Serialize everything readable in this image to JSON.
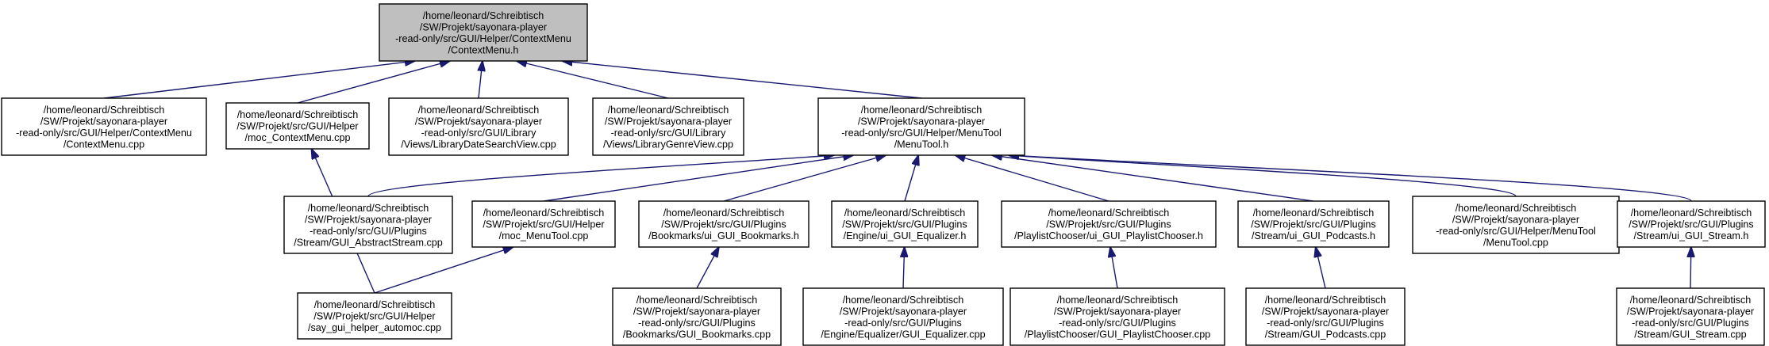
{
  "colors": {
    "edge": "#191970",
    "root_fill": "#bfbfbf",
    "node_fill": "#ffffff",
    "node_border": "#000000"
  },
  "nodes": [
    {
      "id": "contextmenu_h",
      "lines": [
        "/home/leonard/Schreibtisch",
        "/SW/Projekt/sayonara-player",
        "-read-only/src/GUI/Helper/ContextMenu",
        "/ContextMenu.h"
      ]
    },
    {
      "id": "contextmenu_cpp",
      "lines": [
        "/home/leonard/Schreibtisch",
        "/SW/Projekt/sayonara-player",
        "-read-only/src/GUI/Helper/ContextMenu",
        "/ContextMenu.cpp"
      ]
    },
    {
      "id": "moc_contextmenu",
      "lines": [
        "/home/leonard/Schreibtisch",
        "/SW/Projekt/src/GUI/Helper",
        "/moc_ContextMenu.cpp"
      ]
    },
    {
      "id": "librarydatesearchview",
      "lines": [
        "/home/leonard/Schreibtisch",
        "/SW/Projekt/sayonara-player",
        "-read-only/src/GUI/Library",
        "/Views/LibraryDateSearchView.cpp"
      ]
    },
    {
      "id": "librarygenreview",
      "lines": [
        "/home/leonard/Schreibtisch",
        "/SW/Projekt/sayonara-player",
        "-read-only/src/GUI/Library",
        "/Views/LibraryGenreView.cpp"
      ]
    },
    {
      "id": "menutool_h",
      "lines": [
        "/home/leonard/Schreibtisch",
        "/SW/Projekt/sayonara-player",
        "-read-only/src/GUI/Helper/MenuTool",
        "/MenuTool.h"
      ]
    },
    {
      "id": "gui_abstractstream",
      "lines": [
        "/home/leonard/Schreibtisch",
        "/SW/Projekt/sayonara-player",
        "-read-only/src/GUI/Plugins",
        "/Stream/GUI_AbstractStream.cpp"
      ]
    },
    {
      "id": "moc_menutool",
      "lines": [
        "/home/leonard/Schreibtisch",
        "/SW/Projekt/src/GUI/Helper",
        "/moc_MenuTool.cpp"
      ]
    },
    {
      "id": "ui_gui_bookmarks",
      "lines": [
        "/home/leonard/Schreibtisch",
        "/SW/Projekt/src/GUI/Plugins",
        "/Bookmarks/ui_GUI_Bookmarks.h"
      ]
    },
    {
      "id": "ui_gui_equalizer",
      "lines": [
        "/home/leonard/Schreibtisch",
        "/SW/Projekt/src/GUI/Plugins",
        "/Engine/ui_GUI_Equalizer.h"
      ]
    },
    {
      "id": "ui_gui_playlistchooser",
      "lines": [
        "/home/leonard/Schreibtisch",
        "/SW/Projekt/src/GUI/Plugins",
        "/PlaylistChooser/ui_GUI_PlaylistChooser.h"
      ]
    },
    {
      "id": "ui_gui_podcasts",
      "lines": [
        "/home/leonard/Schreibtisch",
        "/SW/Projekt/src/GUI/Plugins",
        "/Stream/ui_GUI_Podcasts.h"
      ]
    },
    {
      "id": "menutool_cpp",
      "lines": [
        "/home/leonard/Schreibtisch",
        "/SW/Projekt/sayonara-player",
        "-read-only/src/GUI/Helper/MenuTool",
        "/MenuTool.cpp"
      ]
    },
    {
      "id": "ui_gui_stream",
      "lines": [
        "/home/leonard/Schreibtisch",
        "/SW/Projekt/src/GUI/Plugins",
        "/Stream/ui_GUI_Stream.h"
      ]
    },
    {
      "id": "say_gui_helper_automoc",
      "lines": [
        "/home/leonard/Schreibtisch",
        "/SW/Projekt/src/GUI/Helper",
        "/say_gui_helper_automoc.cpp"
      ]
    },
    {
      "id": "gui_bookmarks_cpp",
      "lines": [
        "/home/leonard/Schreibtisch",
        "/SW/Projekt/sayonara-player",
        "-read-only/src/GUI/Plugins",
        "/Bookmarks/GUI_Bookmarks.cpp"
      ]
    },
    {
      "id": "gui_equalizer_cpp",
      "lines": [
        "/home/leonard/Schreibtisch",
        "/SW/Projekt/sayonara-player",
        "-read-only/src/GUI/Plugins",
        "/Engine/Equalizer/GUI_Equalizer.cpp"
      ]
    },
    {
      "id": "gui_playlistchooser_cpp",
      "lines": [
        "/home/leonard/Schreibtisch",
        "/SW/Projekt/sayonara-player",
        "-read-only/src/GUI/Plugins",
        "/PlaylistChooser/GUI_PlaylistChooser.cpp"
      ]
    },
    {
      "id": "gui_podcasts_cpp",
      "lines": [
        "/home/leonard/Schreibtisch",
        "/SW/Projekt/sayonara-player",
        "-read-only/src/GUI/Plugins",
        "/Stream/GUI_Podcasts.cpp"
      ]
    },
    {
      "id": "gui_stream_cpp",
      "lines": [
        "/home/leonard/Schreibtisch",
        "/SW/Projekt/sayonara-player",
        "-read-only/src/GUI/Plugins",
        "/Stream/GUI_Stream.cpp"
      ]
    }
  ],
  "edges": [
    {
      "from": "contextmenu_cpp",
      "to": "contextmenu_h"
    },
    {
      "from": "moc_contextmenu",
      "to": "contextmenu_h"
    },
    {
      "from": "librarydatesearchview",
      "to": "contextmenu_h"
    },
    {
      "from": "librarygenreview",
      "to": "contextmenu_h"
    },
    {
      "from": "menutool_h",
      "to": "contextmenu_h"
    },
    {
      "from": "say_gui_helper_automoc",
      "to": "moc_contextmenu"
    },
    {
      "from": "gui_abstractstream",
      "to": "menutool_h"
    },
    {
      "from": "moc_menutool",
      "to": "menutool_h"
    },
    {
      "from": "ui_gui_bookmarks",
      "to": "menutool_h"
    },
    {
      "from": "ui_gui_equalizer",
      "to": "menutool_h"
    },
    {
      "from": "ui_gui_playlistchooser",
      "to": "menutool_h"
    },
    {
      "from": "ui_gui_podcasts",
      "to": "menutool_h"
    },
    {
      "from": "menutool_cpp",
      "to": "menutool_h"
    },
    {
      "from": "ui_gui_stream",
      "to": "menutool_h"
    },
    {
      "from": "say_gui_helper_automoc",
      "to": "moc_menutool"
    },
    {
      "from": "gui_bookmarks_cpp",
      "to": "ui_gui_bookmarks"
    },
    {
      "from": "gui_equalizer_cpp",
      "to": "ui_gui_equalizer"
    },
    {
      "from": "gui_playlistchooser_cpp",
      "to": "ui_gui_playlistchooser"
    },
    {
      "from": "gui_podcasts_cpp",
      "to": "ui_gui_podcasts"
    },
    {
      "from": "gui_stream_cpp",
      "to": "ui_gui_stream"
    }
  ]
}
